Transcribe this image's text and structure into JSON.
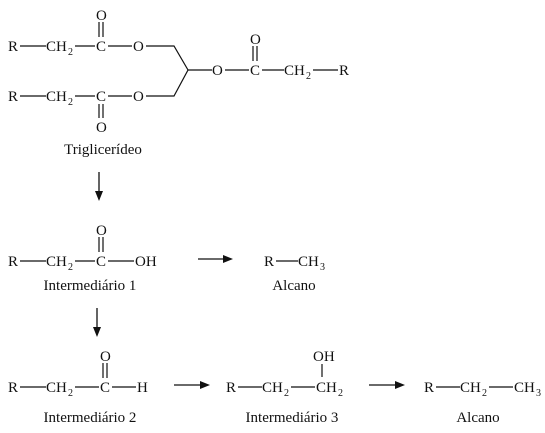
{
  "atoms": {
    "R": "R",
    "C": "C",
    "O": "O",
    "H": "H",
    "OH": "OH",
    "CH": "CH",
    "sub2": "2",
    "sub3": "3"
  },
  "labels": {
    "triglyceride": "Triglicerídeo",
    "intermediate_1": "Intermediário 1",
    "intermediate_2": "Intermediário 2",
    "intermediate_3": "Intermediário 3",
    "alkane_a": "Alcano",
    "alkane_b": "Alcano"
  }
}
